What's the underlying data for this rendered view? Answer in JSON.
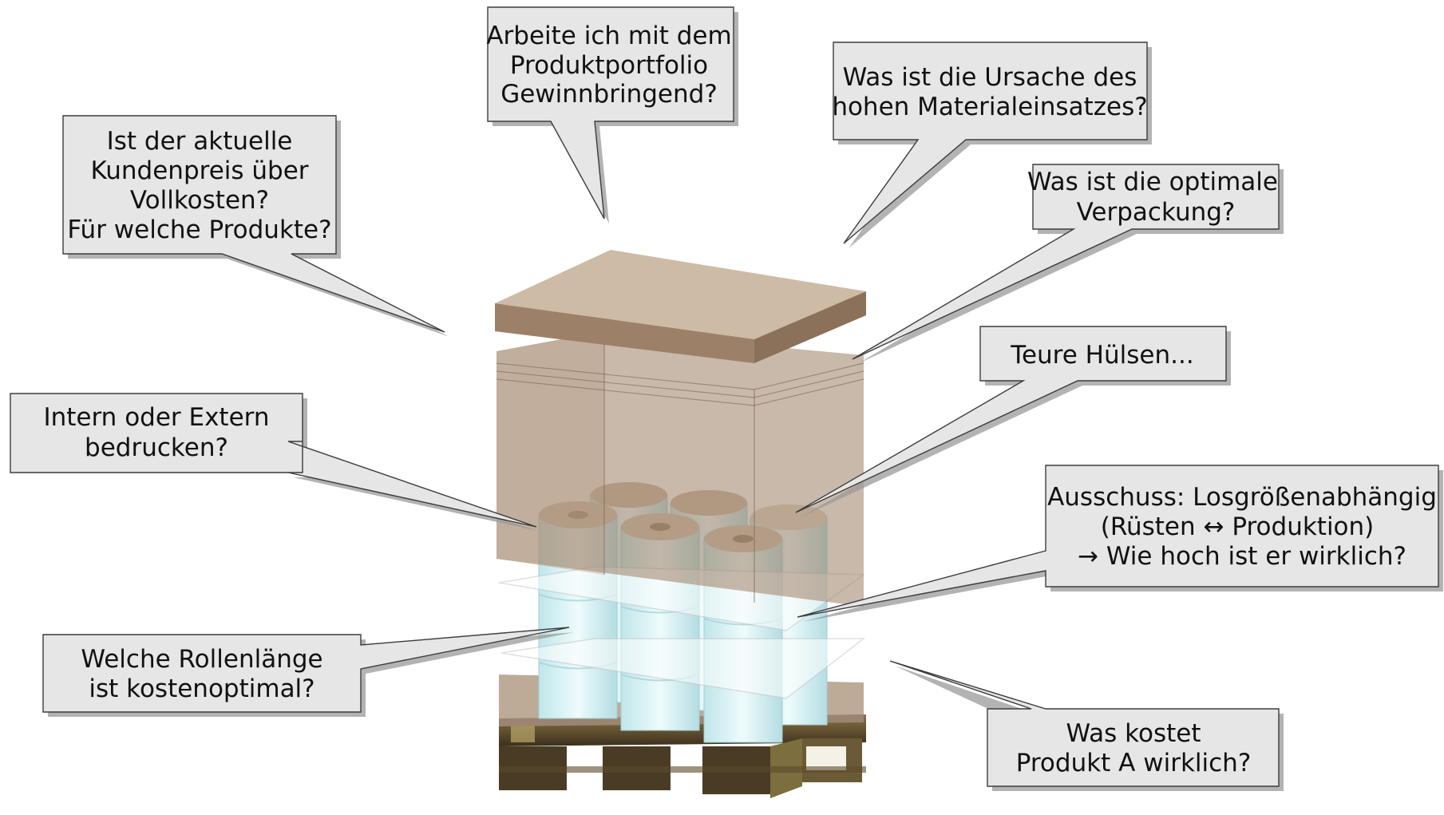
{
  "callouts": {
    "portfolio": [
      "Arbeite ich mit dem",
      "Produktportfolio",
      "Gewinnbringend?"
    ],
    "material": [
      "Was ist die Ursache des",
      "hohen Materialeinsatzes?"
    ],
    "price": [
      "Ist der aktuelle",
      "Kundenpreis über",
      "Vollkosten?",
      "Für welche Produkte?"
    ],
    "packaging": [
      "Was ist die optimale",
      "Verpackung?"
    ],
    "cores": [
      "Teure Hülsen..."
    ],
    "printing": [
      "Intern oder Extern",
      "bedrucken?"
    ],
    "scrap": [
      "Ausschuss: Losgrößenabhängig",
      "(Rüsten ↔ Produktion)",
      "→ Wie hoch ist er wirklich?"
    ],
    "roll_length": [
      "Welche Rollenlänge",
      "ist kostenoptimal?"
    ],
    "product_cost": [
      "Was kostet",
      "Produkt A wirklich?"
    ]
  },
  "colors": {
    "bubble_fill": "#e6e6e6",
    "box_brown": "#a58a72",
    "lid_brown": "#c9b59f",
    "roll_cyan": "#d8f3f5",
    "pallet_wood": "#5b4a2e"
  }
}
